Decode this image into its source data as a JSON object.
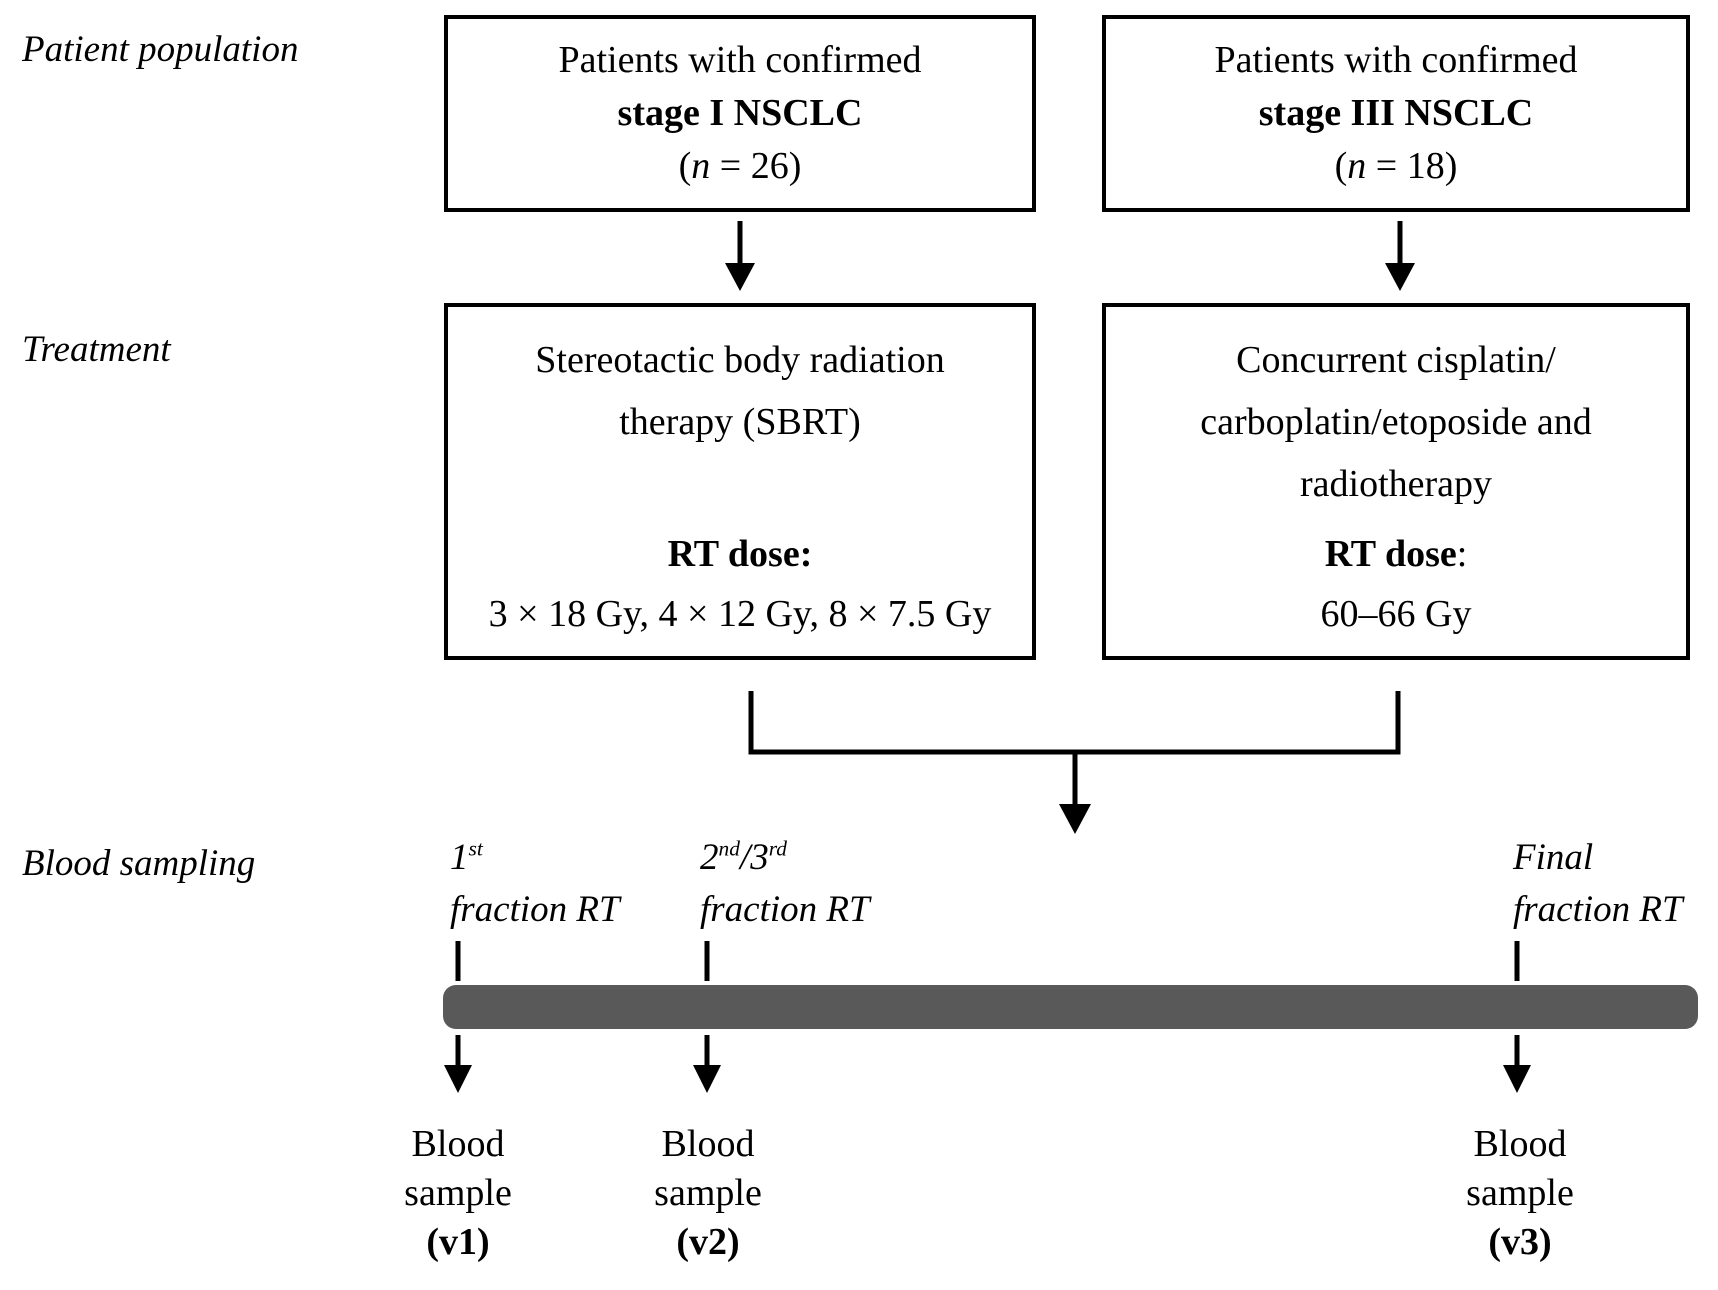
{
  "row_labels": {
    "population": "Patient population",
    "treatment": "Treatment",
    "blood_sampling": "Blood sampling"
  },
  "patient_boxes": {
    "stage1": {
      "line1": "Patients with confirmed",
      "line2": "stage I NSCLC",
      "n_open": "(",
      "n_var": "n",
      "n_rest": " = 26)"
    },
    "stage3": {
      "line1": "Patients with confirmed",
      "line2": "stage III NSCLC",
      "n_open": "(",
      "n_var": "n",
      "n_rest": " = 18)"
    }
  },
  "treatment_boxes": {
    "sbrt": {
      "title_line1": "Stereotactic body radiation",
      "title_line2": "therapy (SBRT)",
      "dose_label": "RT dose:",
      "dose_colon": "",
      "dose_value": "3 × 18 Gy, 4 × 12 Gy, 8 × 7.5 Gy"
    },
    "chemo": {
      "title_line1": "Concurrent cisplatin/",
      "title_line2": "carboplatin/etoposide and",
      "title_line3": "radiotherapy",
      "dose_label": "RT dose",
      "dose_colon": ":",
      "dose_value": "60–66 Gy"
    }
  },
  "blood_sampling": {
    "markers": [
      {
        "b1": "1",
        "s1": "st",
        "b2": "",
        "s2": "",
        "line2": "fraction RT"
      },
      {
        "b1": "2",
        "s1": "nd",
        "b2": "/3",
        "s2": "rd",
        "line2": "fraction RT"
      },
      {
        "b1": "Final",
        "s1": "",
        "b2": "",
        "s2": "",
        "line2": "fraction RT"
      }
    ],
    "samples": [
      {
        "line1": "Blood",
        "line2": "sample",
        "line3": "(v1)"
      },
      {
        "line1": "Blood",
        "line2": "sample",
        "line3": "(v2)"
      },
      {
        "line1": "Blood",
        "line2": "sample",
        "line3": "(v3)"
      }
    ]
  },
  "colors": {
    "timeline_bar": "#595959",
    "line": "#000000",
    "box_border": "#000000",
    "background": "#ffffff"
  }
}
